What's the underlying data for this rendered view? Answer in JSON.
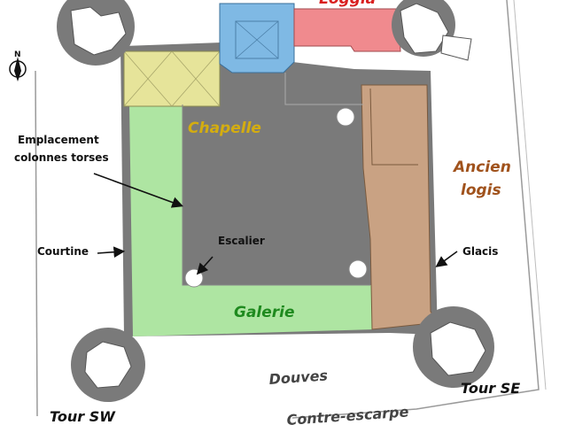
{
  "labels": {
    "loggia": "Loggia",
    "chapelle": "Chapelle",
    "ancien_line1": "Ancien",
    "ancien_line2": "logis",
    "emplacement_line1": "Emplacement",
    "emplacement_line2": "colonnes torses",
    "escalier": "Escalier",
    "courtine": "Courtine",
    "glacis": "Glacis",
    "galerie": "Galerie",
    "douves": "Douves",
    "tour_sw": "Tour SW",
    "tour_se": "Tour SE",
    "contre_escarpe": "Contre-escarpe",
    "compass_north": "N"
  },
  "colors": {
    "loggia": "#f08a8e",
    "chapelle": "#e6e49a",
    "blue_pavilion": "#7fb9e4",
    "ancien_logis": "#c9a283",
    "galerie": "#aee5a2",
    "walls": "#7a7a7a",
    "label_red": "#d92020",
    "label_yellow": "#d4ad10",
    "label_brown": "#a0521c",
    "label_green": "#1f8a1f"
  }
}
